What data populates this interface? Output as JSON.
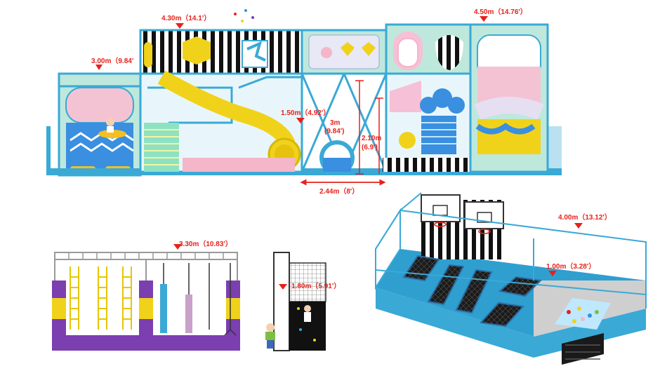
{
  "dimensions": {
    "top_left_height": "3.00m（9.84'",
    "top_mid_height": "4.30m（14.1'）",
    "top_right_height": "4.50m（14.76'）",
    "slide_level": "1.50m（4.92'）",
    "gate_height_a": "3m",
    "gate_height_b": "(9.84')",
    "gate_side_height_a": "2.10m",
    "gate_side_height_b": "(6.9')",
    "gate_width": "2.44m（8'）",
    "ninja_height": "3.30m（10.83'）",
    "climb_wall_height": "1.80m（5.91'）",
    "trampoline_width": "4.00m（13.12'）",
    "pit_height": "1.00m（3.28'）"
  },
  "colors": {
    "frame_blue": "#3aa9d6",
    "dim_red": "#e8211b",
    "pink": "#f4b6c8",
    "mint": "#bfe8dc",
    "yellow": "#f1d21b",
    "purple": "#7b3fb0",
    "navy": "#1d2a6b"
  }
}
